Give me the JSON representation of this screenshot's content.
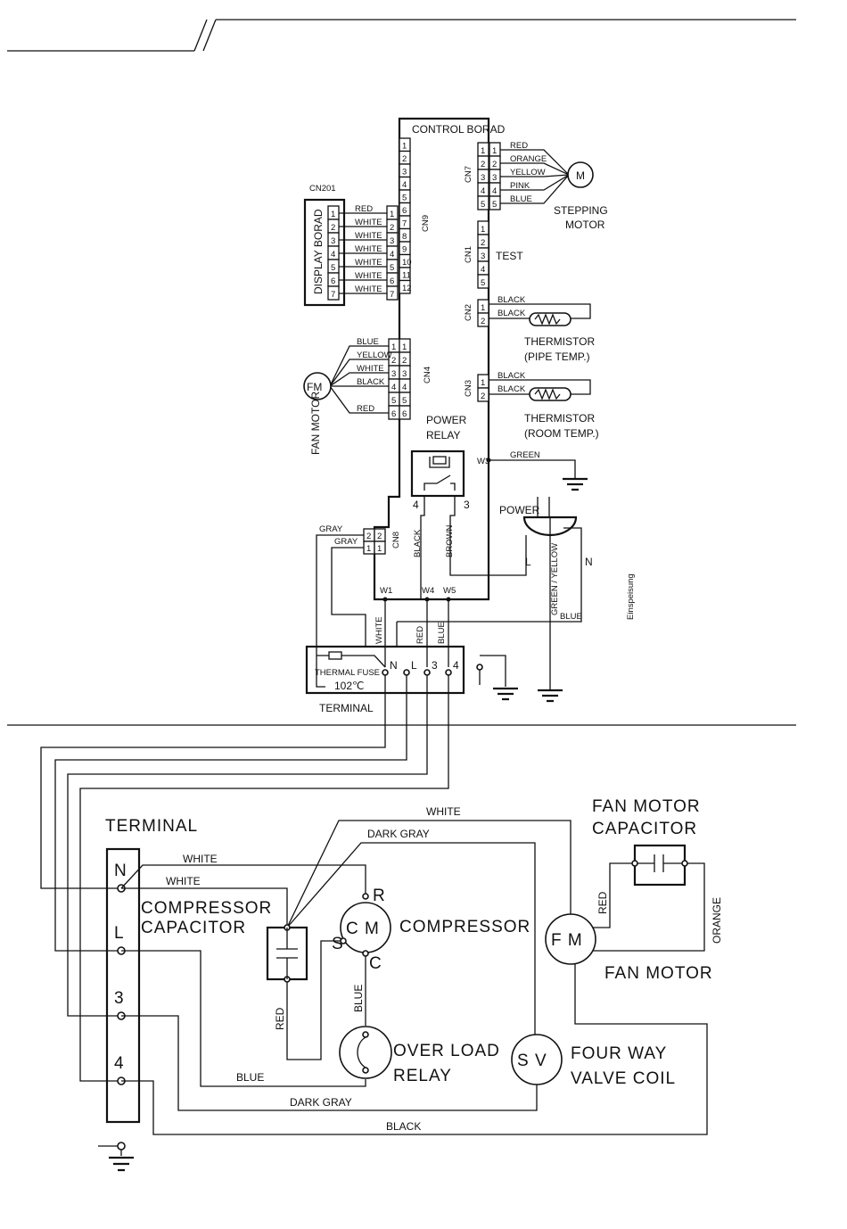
{
  "indoor": {
    "control_board": "CONTROL BORAD",
    "display_board": "DISPLAY BORAD",
    "cn201": "CN201",
    "cn9": "CN9",
    "cn7": "CN7",
    "cn1": "CN1",
    "cn2": "CN2",
    "cn3": "CN3",
    "cn4": "CN4",
    "cn8": "CN8",
    "cn9_pins": [
      "1",
      "2",
      "3",
      "4",
      "5",
      "6",
      "7",
      "8",
      "9",
      "10",
      "11",
      "12"
    ],
    "cn201_pins": [
      "1",
      "2",
      "3",
      "4",
      "5",
      "6",
      "7"
    ],
    "display_wires": [
      "RED",
      "WHITE",
      "WHITE",
      "WHITE",
      "WHITE",
      "WHITE",
      "WHITE"
    ],
    "cn7_pins": [
      "1",
      "2",
      "3",
      "4",
      "5"
    ],
    "stepping_wires": [
      "RED",
      "ORANGE",
      "YELLOW",
      "PINK",
      "BLUE"
    ],
    "stepping_motor": [
      "STEPPING",
      "MOTOR"
    ],
    "motor_m": "M",
    "cn1_pins": [
      "1",
      "2",
      "3",
      "4",
      "5"
    ],
    "test": "TEST",
    "cn2_pins": [
      "1",
      "2"
    ],
    "cn2_wires": [
      "BLACK",
      "BLACK"
    ],
    "thermistor_pipe": [
      "THERMISTOR",
      "(PIPE TEMP.)"
    ],
    "cn3_pins": [
      "1",
      "2"
    ],
    "cn3_wires": [
      "BLACK",
      "BLACK"
    ],
    "thermistor_room": [
      "THERMISTOR",
      "(ROOM TEMP.)"
    ],
    "cn4_pins": [
      "1",
      "2",
      "3",
      "4",
      "5",
      "6"
    ],
    "fan_wires": [
      "BLUE",
      "YELLOW",
      "WHITE",
      "BLACK",
      "RED"
    ],
    "fan_motor_label": "FAN MOTOR",
    "fm": "FM",
    "power_relay": [
      "POWER",
      "RELAY"
    ],
    "relay_pin_4": "4",
    "relay_pin_3": "3",
    "w3": "W3",
    "green": "GREEN",
    "power": "POWER",
    "L": "L",
    "N": "N",
    "green_yellow": "GREEN / YELLOW",
    "blue": "BLUE",
    "cn8_pins": [
      "2",
      "2",
      "1",
      "1"
    ],
    "gray": "GRAY",
    "black_v": "BLACK",
    "brown_v": "BROWN",
    "w1": "W1",
    "w4": "W4",
    "w5": "W5",
    "white_v": "WHITE",
    "red_v": "RED",
    "blue_v": "BLUE",
    "thermal_fuse": "THERMAL FUSE",
    "fuse_temp": "102℃",
    "terminal": "TERMINAL",
    "term_pins": [
      "N",
      "L",
      "3",
      "4"
    ],
    "side_note": "Einspeisung"
  },
  "outdoor": {
    "terminal": "TERMINAL",
    "term_pins": [
      "N",
      "L",
      "3",
      "4"
    ],
    "white_top": "WHITE",
    "dark_gray_top": "DARK GRAY",
    "white_1": "WHITE",
    "white_2": "WHITE",
    "compressor_capacitor": [
      "COMPRESSOR",
      "CAPACITOR"
    ],
    "compressor": "COMPRESSOR",
    "cm": "C M",
    "r": "R",
    "s": "S",
    "c": "C",
    "red": "RED",
    "blue": "BLUE",
    "over_load_relay": [
      "OVER LOAD",
      "RELAY"
    ],
    "blue_bottom": "BLUE",
    "dark_gray_bottom": "DARK GRAY",
    "black_bottom": "BLACK",
    "fan_motor_capacitor": [
      "FAN MOTOR",
      "CAPACITOR"
    ],
    "fan_red": "RED",
    "fan_orange": "ORANGE",
    "fm": "F M",
    "fan_motor": "FAN MOTOR",
    "sv": "S V",
    "four_way_valve_coil": [
      "FOUR WAY",
      "VALVE COIL"
    ]
  }
}
